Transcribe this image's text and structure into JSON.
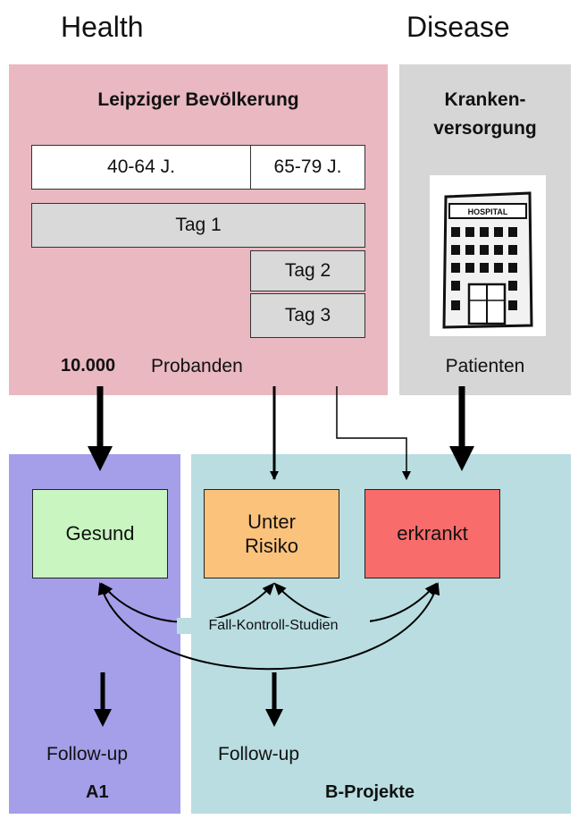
{
  "headers": {
    "health": "Health",
    "disease": "Disease"
  },
  "population": {
    "title": "Leipziger Bevölkerung",
    "age_groups": [
      "40-64 J.",
      "65-79 J."
    ],
    "days": [
      "Tag 1",
      "Tag 2",
      "Tag 3"
    ],
    "count": "10.000",
    "count_label": "Probanden"
  },
  "care": {
    "title_line1": "Kranken-",
    "title_line2": "versorgung",
    "hospital_sign": "HOSPITAL",
    "label": "Patienten"
  },
  "categories": {
    "healthy": "Gesund",
    "at_risk_line1": "Unter",
    "at_risk_line2": "Risiko",
    "sick": "erkrankt"
  },
  "studies_label": "Fall-Kontroll-Studien",
  "followup_left": "Follow-up",
  "followup_right": "Follow-up",
  "project_a": "A1",
  "project_b": "B-Projekte",
  "colors": {
    "population_bg": "#e9b8c0",
    "care_bg": "#d6d6d6",
    "a1_bg": "#a59ee9",
    "b_bg": "#b9dde0",
    "healthy": "#c8f5c0",
    "at_risk": "#fbc27c",
    "sick": "#f86c6c"
  }
}
